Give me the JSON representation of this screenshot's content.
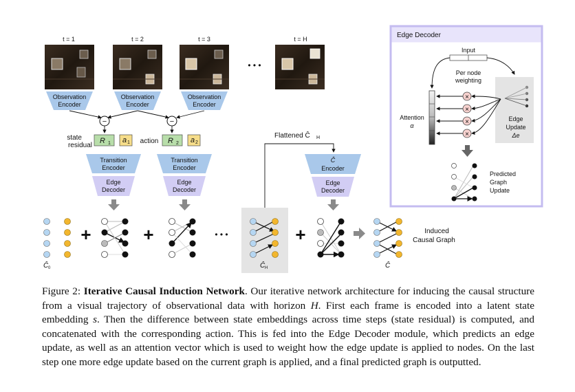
{
  "figure": {
    "timesteps": [
      "t = 1",
      "t = 2",
      "t = 3",
      "t = H"
    ],
    "ellipsis": "• • •",
    "observation_encoder": [
      "Observation",
      "Encoder"
    ],
    "minus": "−",
    "state_residual": [
      "state",
      "residual"
    ],
    "action_word": "action",
    "residuals": [
      "R",
      "R"
    ],
    "residual_subs": [
      "1",
      "2"
    ],
    "actions": [
      "a",
      "a"
    ],
    "action_subs": [
      "1",
      "2"
    ],
    "transition_encoder": [
      "Transition",
      "Encoder"
    ],
    "edge_decoder": [
      "Edge",
      "Decoder"
    ],
    "flattened": "Flattened Ĉ",
    "flattened_sub": "H",
    "c_encoder": [
      "Ĉ",
      "Encoder"
    ],
    "plus": "+",
    "dots": "• • •",
    "c0": "Ĉ",
    "c0_sub": "0",
    "ch": "Ĉ",
    "ch_sub": "H",
    "chat": "Ĉ",
    "induced": [
      "Induced",
      "Causal Graph"
    ]
  },
  "edge_decoder_panel": {
    "title": "Edge Decoder",
    "input": "Input",
    "per_node": [
      "Per node",
      "weighting"
    ],
    "attention": "Attention",
    "alpha": "α",
    "edge_update": [
      "Edge",
      "Update"
    ],
    "delta_e": "Δe",
    "times": "×",
    "predicted": [
      "Predicted",
      "Graph",
      "Update"
    ]
  },
  "caption": {
    "prefix": "Figure 2: ",
    "title": "Iterative Causal Induction Network",
    "p1": ". Our iterative network architecture for inducing the causal structure from a visual trajectory of observational data with horizon ",
    "H": "H",
    "p2": ". First each frame is encoded into a latent state embedding ",
    "s": "s",
    "p3": ". Then the difference between state embeddings across time steps (state residual) is computed, and concatenated with the corresponding action. This is fed into the Edge Decoder module, which predicts an edge update, as well as an attention vector which is used to weight how the edge update is applied to nodes. On the last step one more edge update based on the current graph is applied, and a final predicted graph is outputted."
  },
  "colors": {
    "encoder_blue": "#a9c8ea",
    "decoder_purple": "#d2cdf4",
    "residual_green": "#b8deaa",
    "action_yellow": "#f6dd8a",
    "node_blue": "#b5d6f2",
    "node_orange": "#f2b62e",
    "panel_border": "#c4bcf0",
    "arrow_gray": "#8a8a8a",
    "highlight_gray": "#e4e4e4"
  }
}
